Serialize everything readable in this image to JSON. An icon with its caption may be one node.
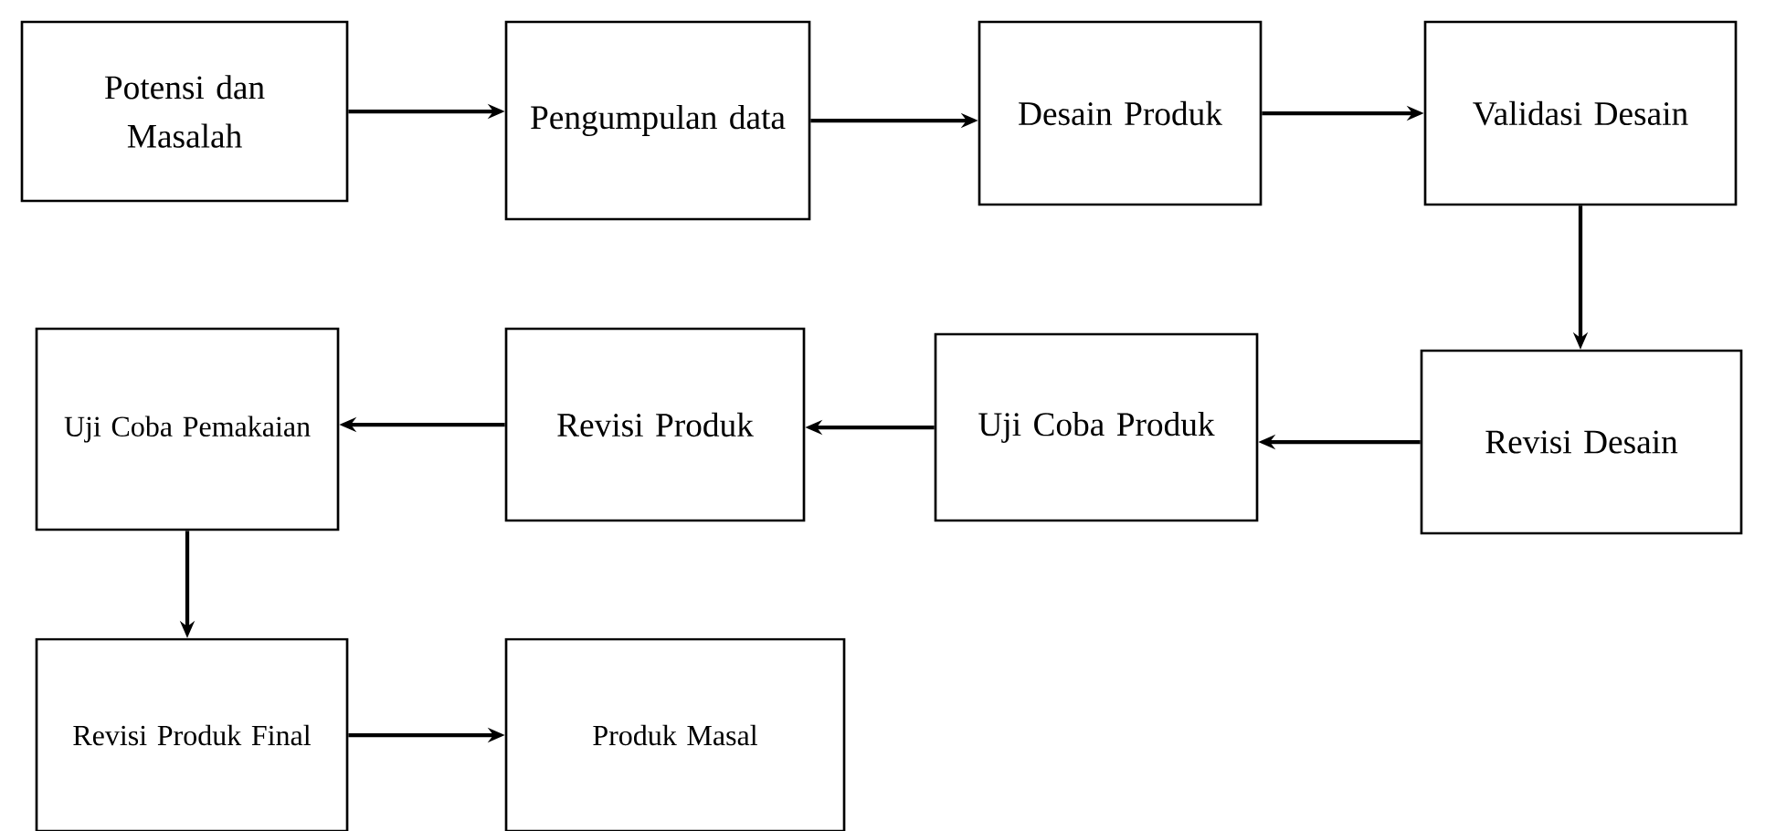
{
  "diagram": {
    "nodes": [
      {
        "text": [
          "Potensi dan Masalah"
        ]
      },
      {
        "text": [
          "Pengumpulan data"
        ]
      },
      {
        "text": [
          "Desain Produk"
        ]
      },
      {
        "text": [
          "Validasi Desain"
        ]
      },
      {
        "text": [
          "Revisi Desain"
        ]
      },
      {
        "text": [
          "Uji Coba Produk"
        ]
      },
      {
        "text": [
          "Revisi Produk"
        ]
      },
      {
        "text": [
          "Uji Coba Pemakaian"
        ]
      },
      {
        "text": [
          "Revisi Produk Final"
        ]
      },
      {
        "text": [
          "Produk Masal"
        ]
      }
    ],
    "edges": [
      {
        "from": 0,
        "to": 1,
        "arrow": "to"
      },
      {
        "from": 1,
        "to": 2,
        "arrow": "to"
      },
      {
        "from": 2,
        "to": 3,
        "arrow": "to"
      },
      {
        "from": 3,
        "to": 4,
        "arrow": "to"
      },
      {
        "from": 4,
        "to": 5,
        "arrow": "to"
      },
      {
        "from": 5,
        "to": 6,
        "arrow": "to"
      },
      {
        "from": 6,
        "to": 7,
        "arrow": "to"
      },
      {
        "from": 7,
        "to": 8,
        "arrow": "to"
      },
      {
        "from": 8,
        "to": 9,
        "arrow": "to"
      }
    ]
  }
}
